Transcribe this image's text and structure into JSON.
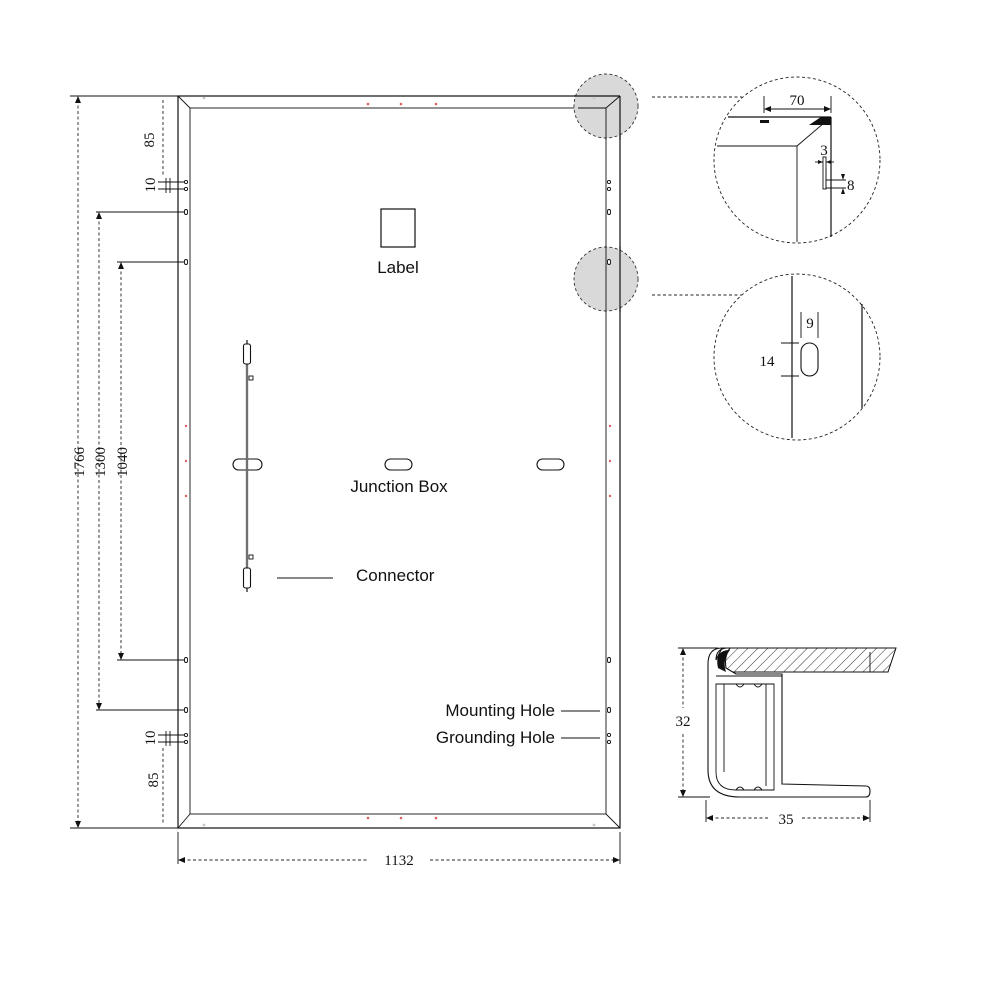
{
  "labels": {
    "label": "Label",
    "junction_box": "Junction Box",
    "connector": "Connector",
    "mounting_hole": "Mounting Hole",
    "grounding_hole": "Grounding Hole"
  },
  "dimensions": {
    "total_height": "1766",
    "mount_span_outer": "1300",
    "mount_span_inner": "1040",
    "top_offset": "85",
    "top_gap": "10",
    "bottom_gap": "10",
    "bottom_offset": "85",
    "total_width": "1132"
  },
  "corner_detail": {
    "frame_width": "70",
    "hole_width": "3",
    "hole_height": "8"
  },
  "hole_detail": {
    "slot_width": "9",
    "slot_length": "14"
  },
  "profile_detail": {
    "height": "32",
    "width": "35"
  },
  "colors": {
    "line": "#111111",
    "detail_highlight": "#d9d9d9",
    "marker_dots": "#e06060"
  }
}
